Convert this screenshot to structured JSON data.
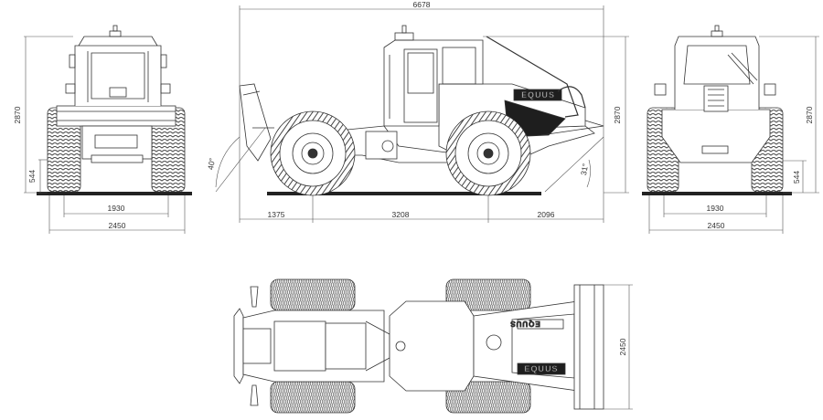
{
  "brand": "EQUUS",
  "dimensions": {
    "overall_length": "6678",
    "height_side": "2870",
    "height_front": "2870",
    "height_rear": "2870",
    "ground_clearance_front": "544",
    "ground_clearance_rear": "544",
    "track_front": "1930",
    "width_front": "2450",
    "track_rear": "1930",
    "width_rear": "2450",
    "front_overhang": "1375",
    "wheelbase": "3208",
    "rear_overhang": "2096",
    "approach_angle": "40°",
    "departure_angle": "31°",
    "top_width": "2450"
  },
  "colors": {
    "line": "#333333",
    "dim_line": "#555555",
    "ground": "#222222",
    "panel_dark": "#1e1e1e"
  }
}
